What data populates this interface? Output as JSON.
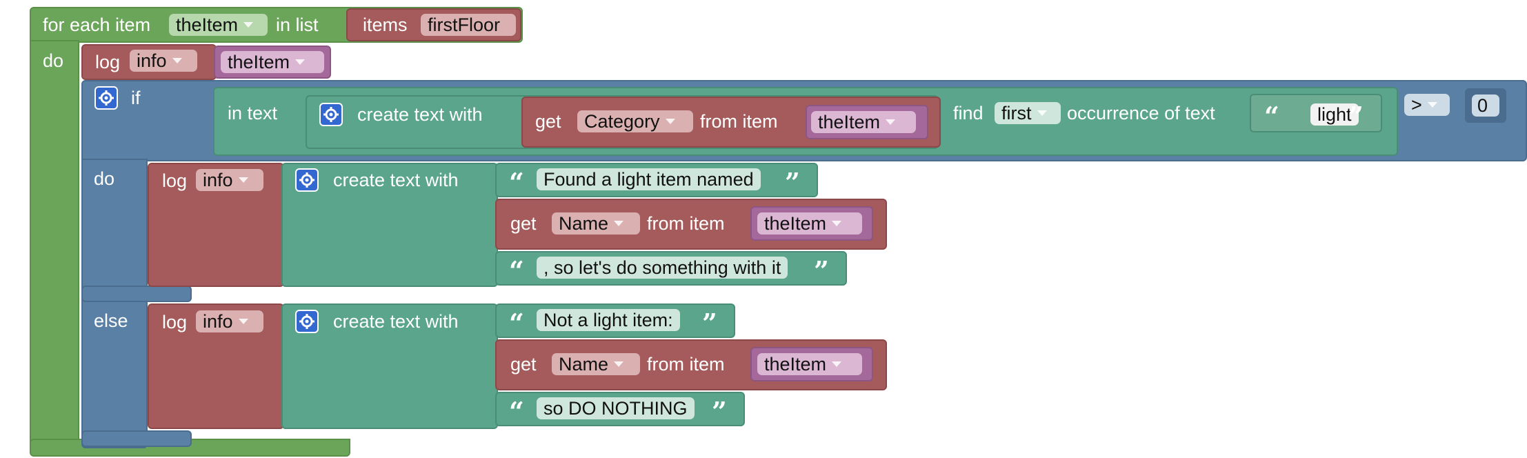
{
  "foreach": {
    "label_prefix": "for each item",
    "variable": "theItem",
    "label_in_list": "in list",
    "list_block_label": "items",
    "list_block_value": "firstFloor",
    "do_label": "do"
  },
  "log_item": {
    "label": "log",
    "level": "info",
    "variable": "theItem"
  },
  "if_block": {
    "if_label": "if",
    "do_label": "do",
    "else_label": "else",
    "find": {
      "in_text_label": "in text",
      "create_text_label": "create text with",
      "get_label": "get",
      "property": "Category",
      "from_item_label": "from item",
      "variable": "theItem",
      "find_label": "find",
      "occurrence_value": "first",
      "occurrence_label": "occurrence of text",
      "search_text": "light"
    },
    "compare": {
      "operator": ">",
      "value": "0"
    }
  },
  "do_branch": {
    "log_label": "log",
    "level": "info",
    "create_text_label": "create text with",
    "text1": "Found a light item named",
    "get_label": "get",
    "property": "Name",
    "from_item_label": "from item",
    "variable": "theItem",
    "text2": ", so let's do something with it"
  },
  "else_branch": {
    "log_label": "log",
    "level": "info",
    "create_text_label": "create text with",
    "text1": "Not a light item:",
    "get_label": "get",
    "property": "Name",
    "from_item_label": "from item",
    "variable": "theItem",
    "text2": "so DO NOTHING"
  },
  "icons": {
    "mutator": "gear-icon",
    "dropdown": "chevron-down-icon",
    "quote_open": "left-quote-icon",
    "quote_close": "right-quote-icon"
  },
  "colors": {
    "loop": "#6aa55a",
    "logic": "#5b80a5",
    "text": "#5ba58c",
    "item": "#a55b5b",
    "variable": "#a5689a",
    "mutator": "#3468d1"
  }
}
